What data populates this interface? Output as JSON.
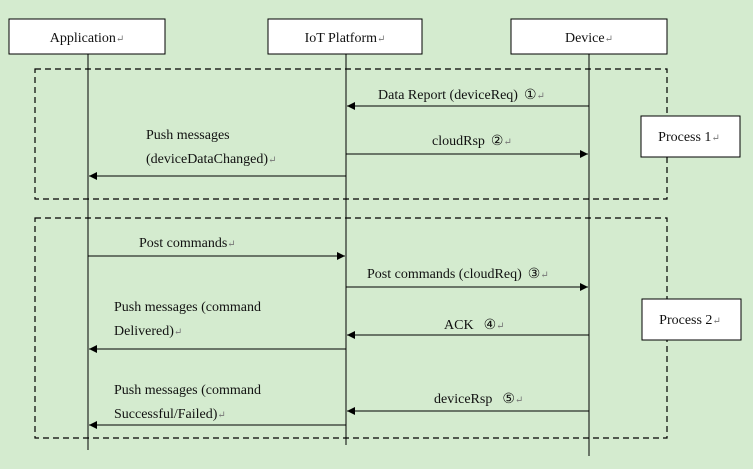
{
  "diagram": {
    "participants": [
      {
        "id": "app",
        "label": "Application"
      },
      {
        "id": "iot",
        "label": "IoT Platform"
      },
      {
        "id": "dev",
        "label": "Device"
      }
    ],
    "paragraph_mark": "↵",
    "processes": [
      {
        "label": "Process 1"
      },
      {
        "label": "Process 2"
      }
    ],
    "messages": [
      {
        "from": "dev",
        "to": "iot",
        "lines": [
          "Data Report (deviceReq)"
        ],
        "num": "①"
      },
      {
        "from": "iot",
        "to": "dev",
        "lines": [
          "cloudRsp"
        ],
        "num": "②"
      },
      {
        "from": "iot",
        "to": "app",
        "lines": [
          "Push messages",
          "(deviceDataChanged)"
        ]
      },
      {
        "from": "app",
        "to": "iot",
        "lines": [
          "Post commands"
        ]
      },
      {
        "from": "iot",
        "to": "dev",
        "lines": [
          "Post commands (cloudReq)"
        ],
        "num": "③"
      },
      {
        "from": "dev",
        "to": "iot",
        "lines": [
          "ACK"
        ],
        "num": "④"
      },
      {
        "from": "iot",
        "to": "app",
        "lines": [
          "Push messages (command",
          "Delivered)"
        ]
      },
      {
        "from": "dev",
        "to": "iot",
        "lines": [
          "deviceRsp"
        ],
        "num": "⑤"
      },
      {
        "from": "iot",
        "to": "app",
        "lines": [
          "Push messages (command",
          "Successful/Failed)"
        ]
      }
    ]
  }
}
